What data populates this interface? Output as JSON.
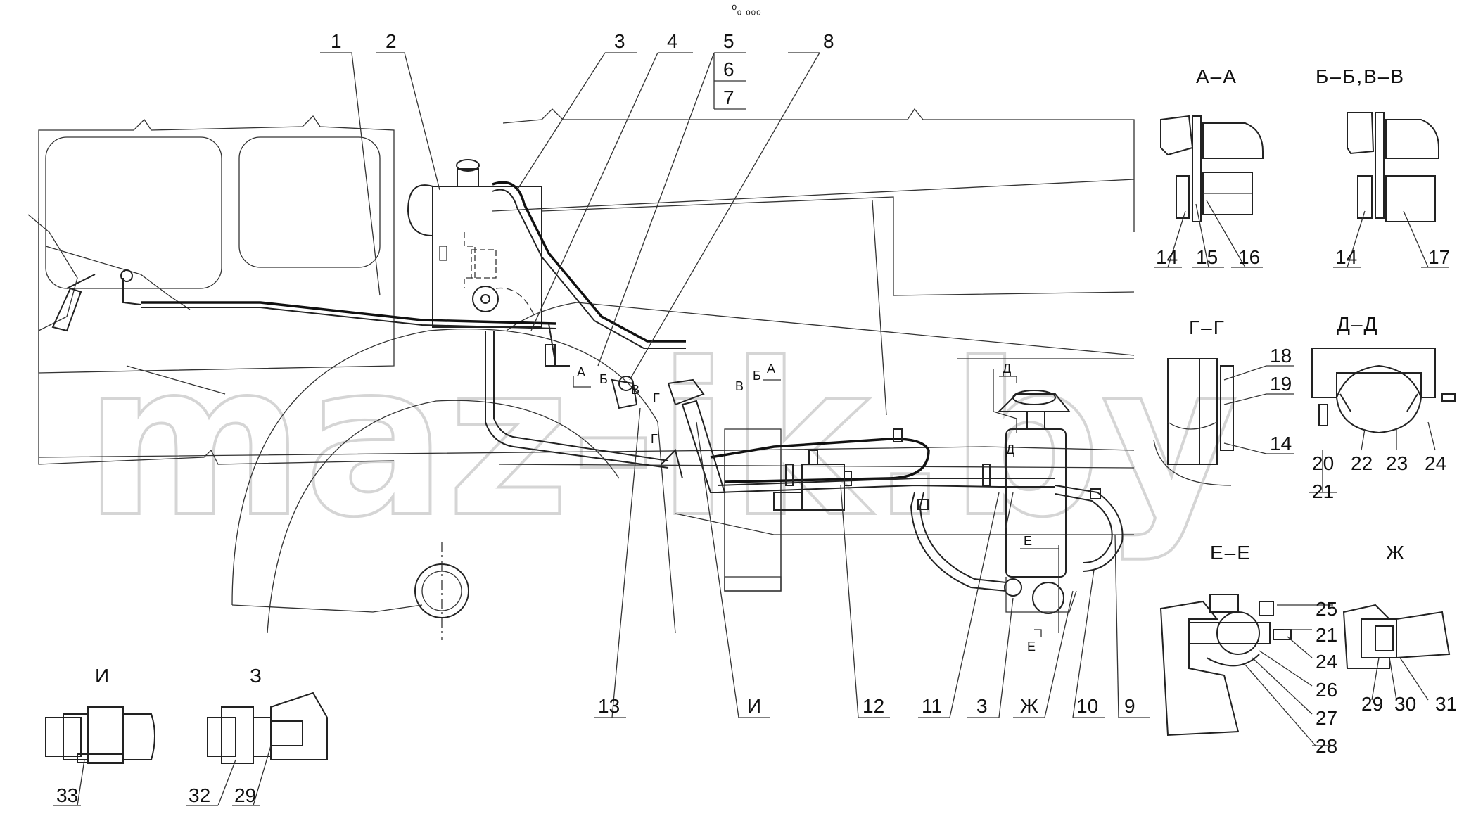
{
  "watermark": "maz-ik.by",
  "top_mark": "⁰₀ ₀₀₀",
  "callouts_top": [
    "1",
    "2",
    "3",
    "4",
    "5",
    "6",
    "7",
    "8"
  ],
  "callouts_bottom": [
    "13",
    "И",
    "12",
    "11",
    "3",
    "Ж",
    "10",
    "9"
  ],
  "section_marks": [
    "А",
    "Б",
    "В",
    "Г",
    "В",
    "Б",
    "А",
    "Д",
    "Д",
    "Е",
    "Е",
    "Г"
  ],
  "sections": {
    "aa": {
      "title": "А–А",
      "labels": [
        "14",
        "15",
        "16"
      ]
    },
    "bb": {
      "title": "Б–Б,В–В",
      "labels": [
        "14",
        "17"
      ]
    },
    "gg": {
      "title": "Г–Г",
      "labels": [
        "18",
        "19",
        "14"
      ]
    },
    "dd": {
      "title": "Д–Д",
      "labels": [
        "20",
        "21",
        "22",
        "23",
        "24"
      ]
    },
    "ee": {
      "title": "Е–Е",
      "labels": [
        "25",
        "21",
        "24",
        "26",
        "27",
        "28"
      ]
    },
    "zh": {
      "title": "Ж",
      "labels": [
        "29",
        "30",
        "31"
      ]
    },
    "i": {
      "title": "И",
      "labels": [
        "33"
      ]
    },
    "z": {
      "title": "З",
      "labels": [
        "32",
        "29"
      ]
    }
  }
}
